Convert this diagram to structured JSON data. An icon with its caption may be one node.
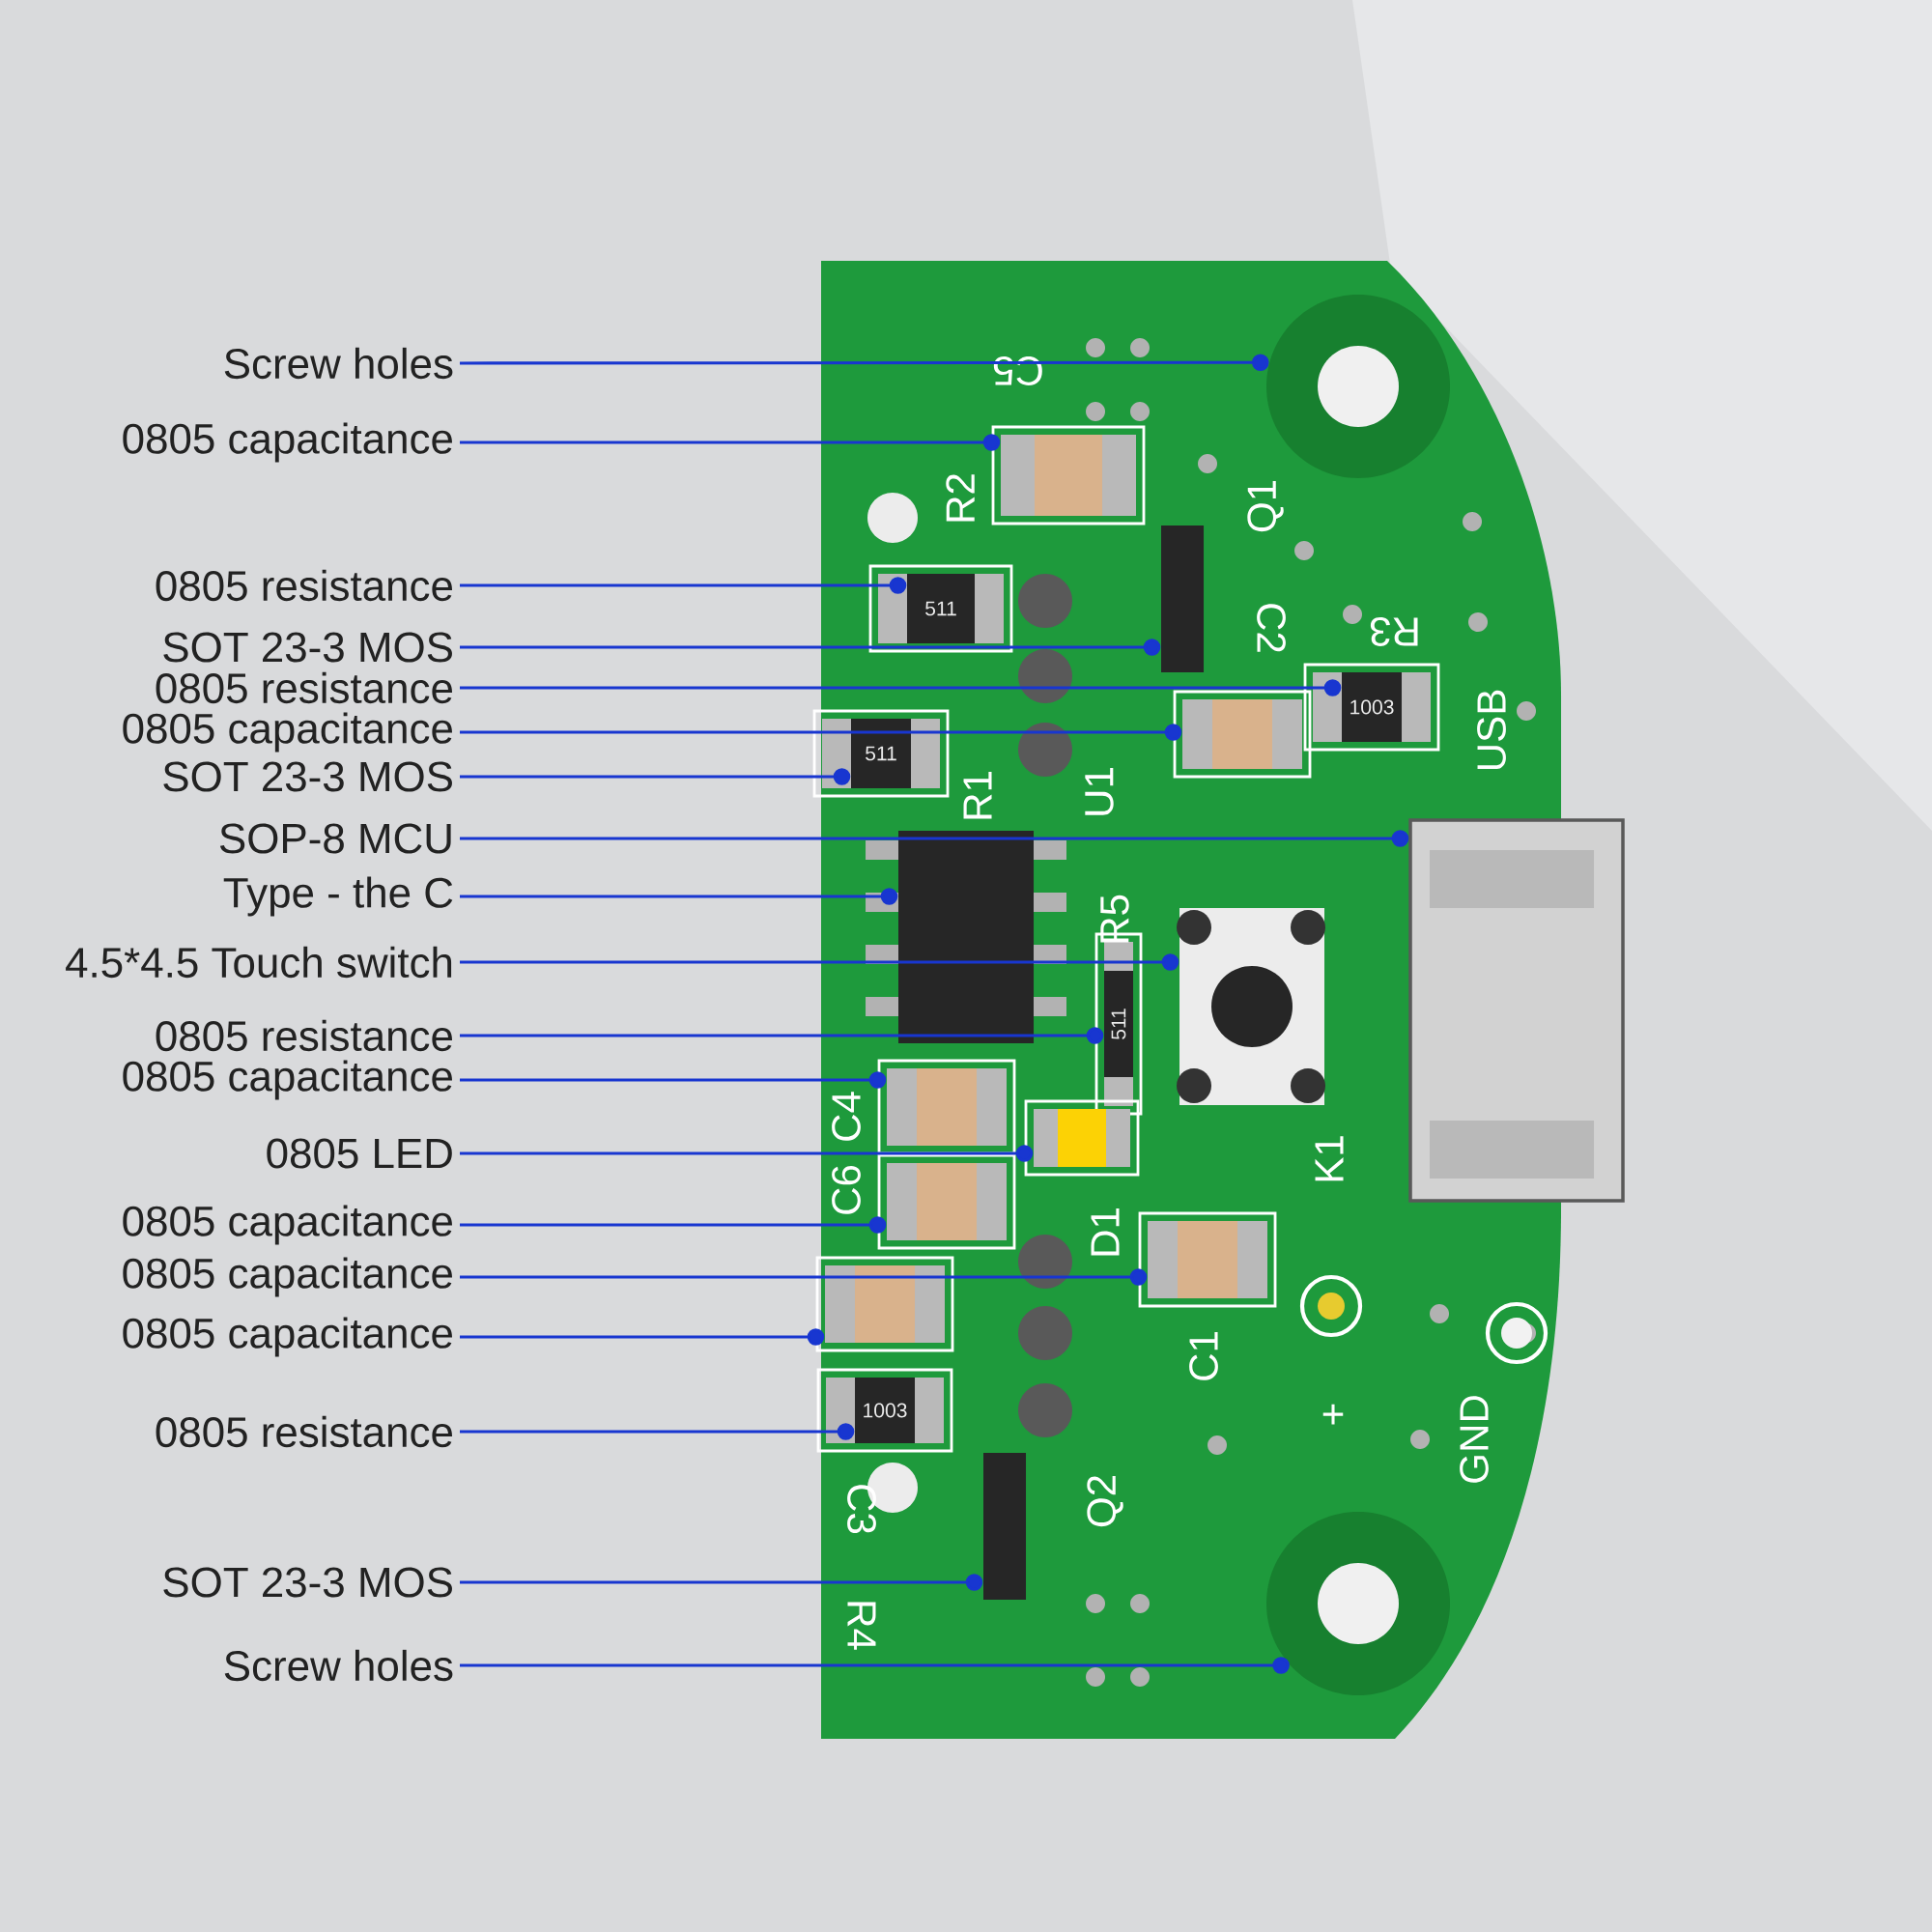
{
  "diagram": {
    "nodes": [
      {
        "text": [
          "Screw holes"
        ]
      },
      {
        "text": [
          "0805 capacitance"
        ]
      },
      {
        "text": [
          "0805 resistance"
        ]
      },
      {
        "text": [
          "SOT 23-3 MOS"
        ]
      },
      {
        "text": [
          "0805 resistance"
        ]
      },
      {
        "text": [
          "0805 capacitance"
        ]
      },
      {
        "text": [
          "SOT 23-3 MOS"
        ]
      },
      {
        "text": [
          "SOP-8 MCU"
        ]
      },
      {
        "text": [
          "Type - the C"
        ]
      },
      {
        "text": [
          "4.5*4.5 Touch switch"
        ]
      },
      {
        "text": [
          "0805 resistance"
        ]
      },
      {
        "text": [
          "0805 capacitance"
        ]
      },
      {
        "text": [
          "0805 LED"
        ]
      },
      {
        "text": [
          "0805 capacitance"
        ]
      },
      {
        "text": [
          "0805 capacitance"
        ]
      },
      {
        "text": [
          "0805 capacitance"
        ]
      },
      {
        "text": [
          "0805 resistance"
        ]
      },
      {
        "text": [
          "SOT 23-3 MOS"
        ]
      },
      {
        "text": [
          "Screw holes"
        ]
      },
      {
        "text": [
          "511"
        ]
      },
      {
        "text": [
          "1003"
        ]
      },
      {
        "text": [
          "511"
        ]
      },
      {
        "text": [
          "511"
        ]
      },
      {
        "text": [
          "1003"
        ]
      },
      {
        "text": [],
        "shape": "circle"
      },
      {
        "text": [],
        "shape": "box"
      },
      {
        "text": [],
        "shape": "box"
      },
      {
        "text": [],
        "shape": "box"
      },
      {
        "text": [],
        "shape": "box"
      },
      {
        "text": [],
        "shape": "box"
      },
      {
        "text": [],
        "shape": "box"
      },
      {
        "text": [],
        "shape": "box"
      },
      {
        "text": [],
        "shape": "box"
      },
      {
        "text": [],
        "shape": "box"
      },
      {
        "text": [],
        "shape": "box"
      },
      {
        "text": [],
        "shape": "box"
      },
      {
        "text": [],
        "shape": "box"
      },
      {
        "text": [],
        "shape": "circle"
      }
    ],
    "edges": [
      {
        "from": 0,
        "to": 24,
        "arrow": "other"
      },
      {
        "from": 1,
        "to": 25,
        "arrow": "other"
      },
      {
        "from": 2,
        "to": 19,
        "arrow": "other"
      },
      {
        "from": 3,
        "to": 26,
        "arrow": "other"
      },
      {
        "from": 4,
        "to": 20,
        "arrow": "other"
      },
      {
        "from": 5,
        "to": 27,
        "arrow": "other"
      },
      {
        "from": 6,
        "to": 21,
        "arrow": "other"
      },
      {
        "from": 7,
        "to": 28,
        "arrow": "other"
      },
      {
        "from": 8,
        "to": 29,
        "arrow": "other"
      },
      {
        "from": 9,
        "to": 30,
        "arrow": "other"
      },
      {
        "from": 10,
        "to": 22,
        "arrow": "other"
      },
      {
        "from": 11,
        "to": 31,
        "arrow": "other"
      },
      {
        "from": 12,
        "to": 32,
        "arrow": "other"
      },
      {
        "from": 13,
        "to": 33,
        "arrow": "other"
      },
      {
        "from": 14,
        "to": 34,
        "arrow": "other"
      },
      {
        "from": 15,
        "to": 35,
        "arrow": "other"
      },
      {
        "from": 16,
        "to": 23,
        "arrow": "other"
      },
      {
        "from": 17,
        "to": 36,
        "arrow": "other"
      },
      {
        "from": 18,
        "to": 37,
        "arrow": "other"
      }
    ],
    "labels": [
      "C5",
      "R2",
      "Q1",
      "C2",
      "R3",
      "USB",
      "R1",
      "U1",
      "R5",
      "C4",
      "K1",
      "C6",
      "D1",
      "C1",
      "+",
      "GND",
      "Q2",
      "C3",
      "R4"
    ]
  }
}
